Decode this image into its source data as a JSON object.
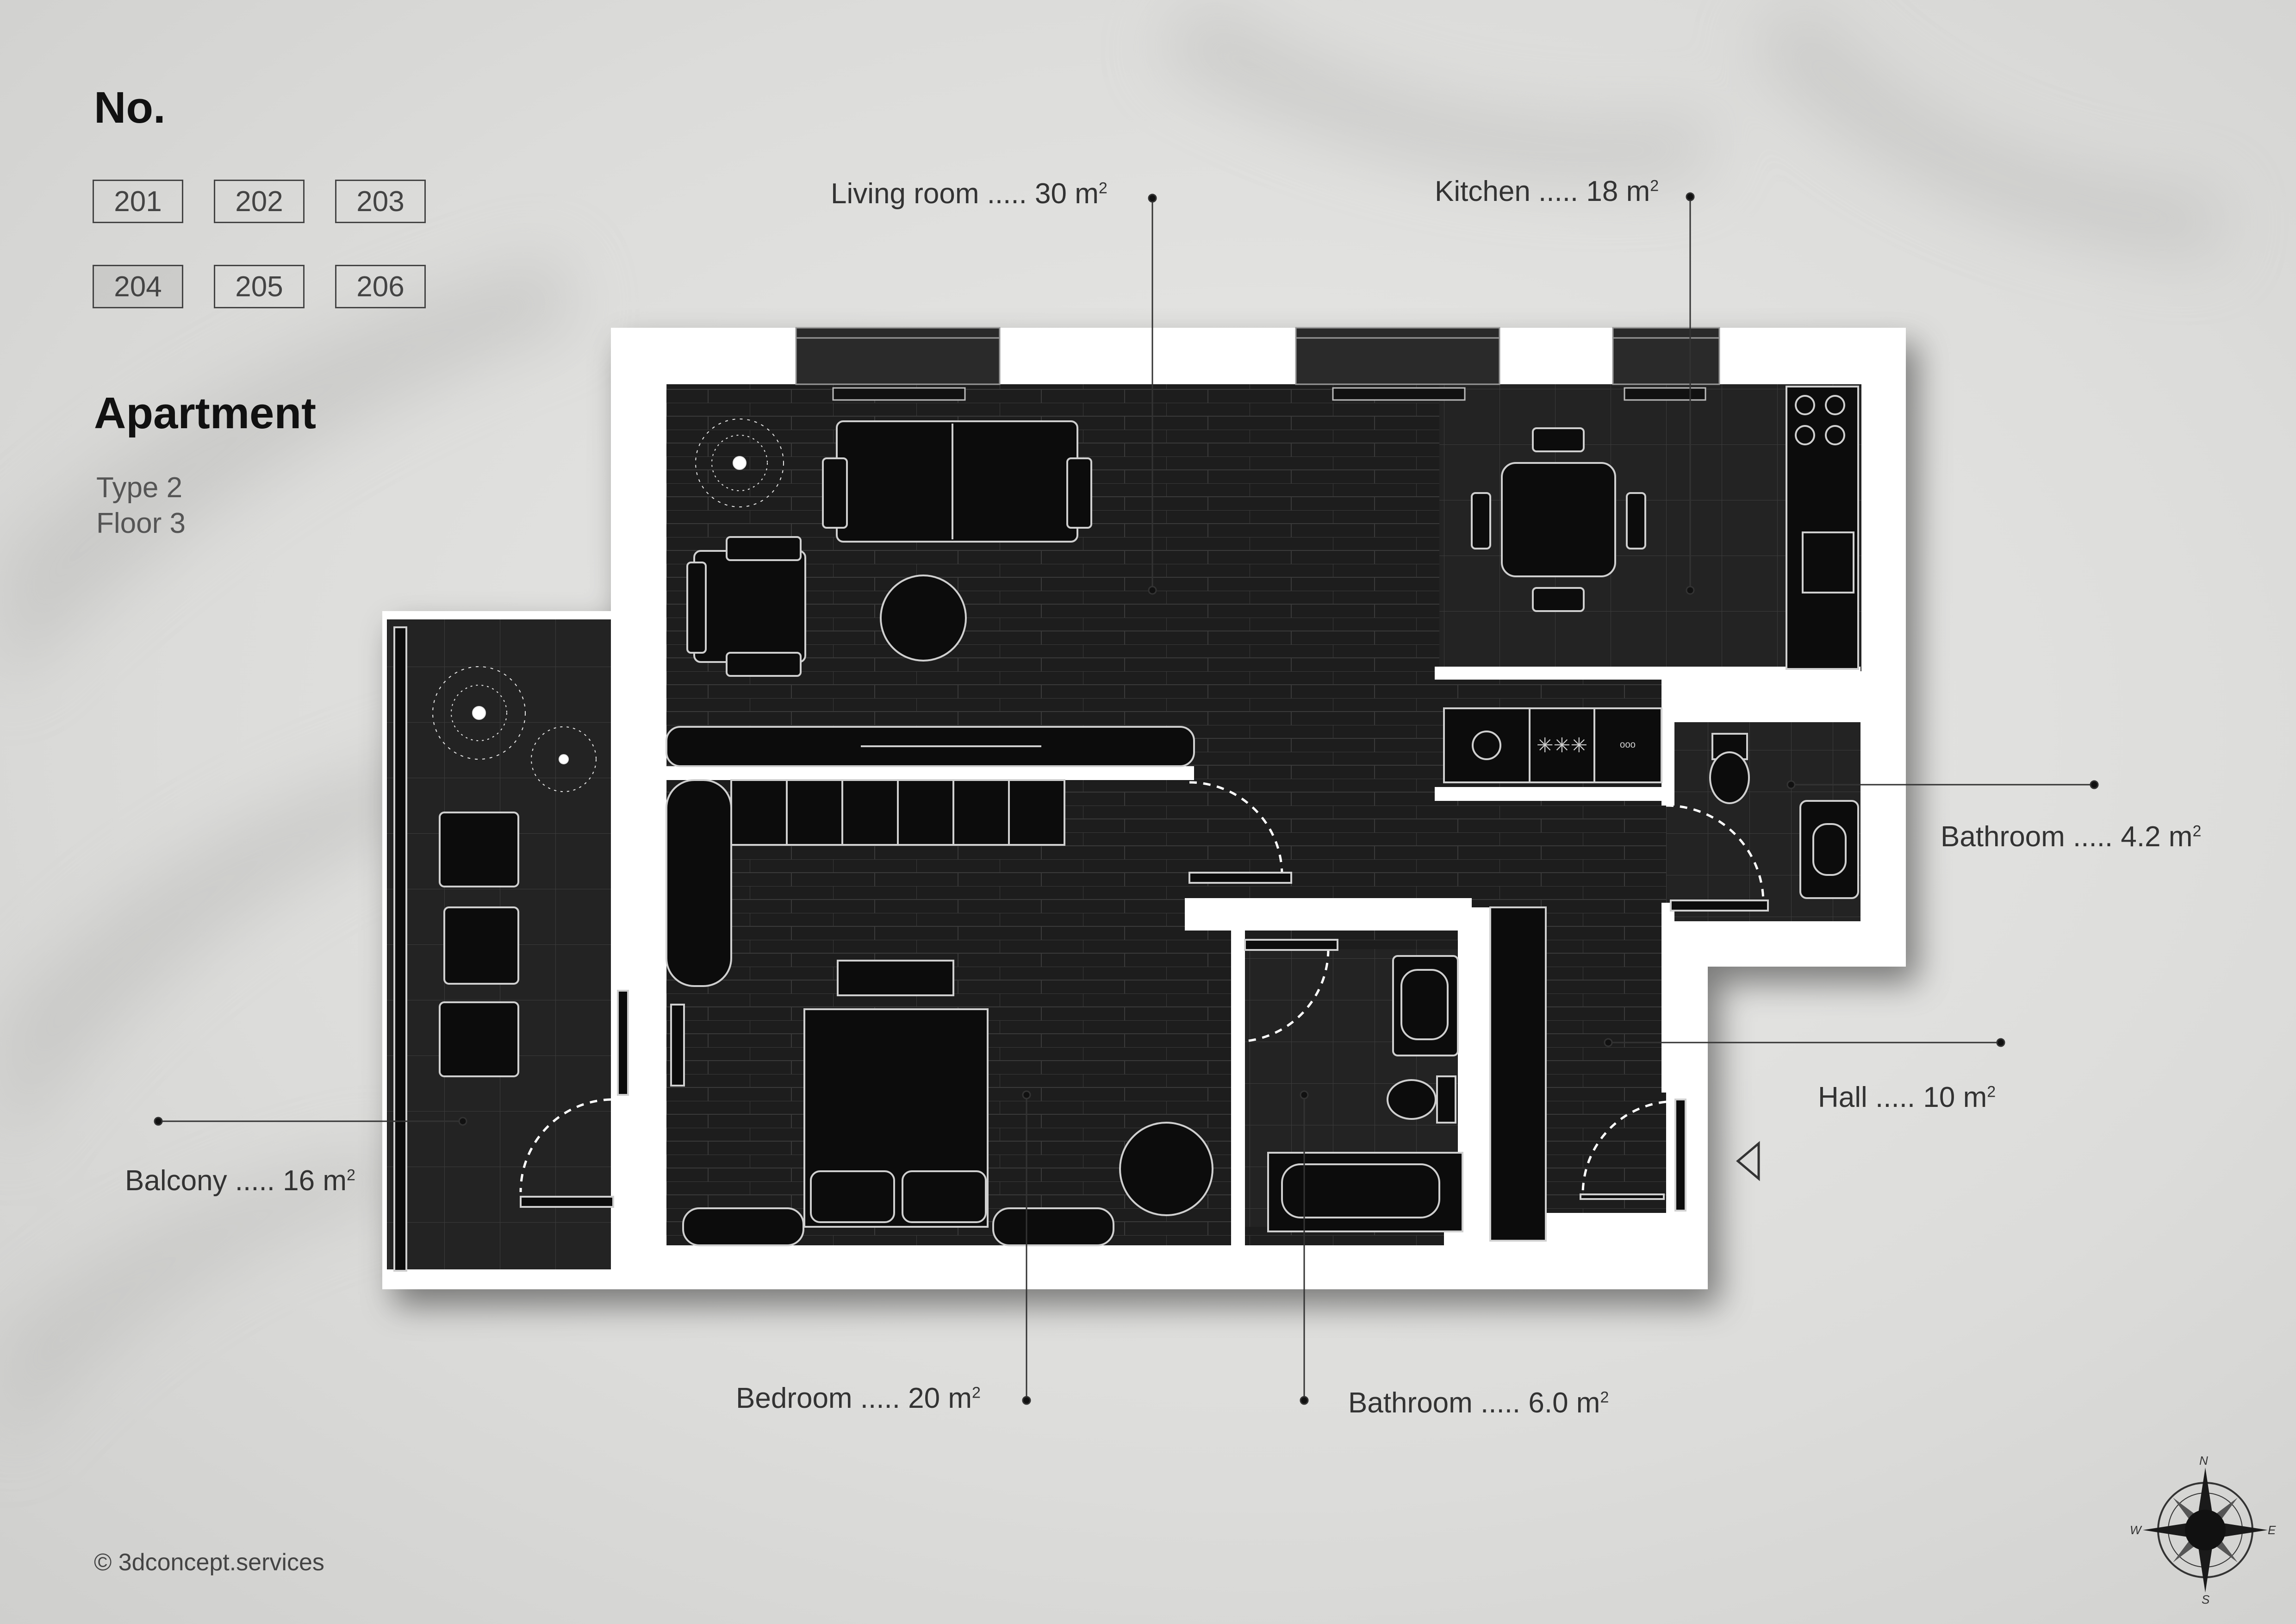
{
  "header": {
    "no_title": "No."
  },
  "units": [
    {
      "label": "201",
      "active": false
    },
    {
      "label": "202",
      "active": false
    },
    {
      "label": "203",
      "active": false
    },
    {
      "label": "204",
      "active": true
    },
    {
      "label": "205",
      "active": false
    },
    {
      "label": "206",
      "active": false
    }
  ],
  "apartment": {
    "title": "Apartment",
    "type": "Type 2",
    "floor": "Floor 3"
  },
  "rooms": {
    "living": "Living room ..... 30 m",
    "kitchen": "Kitchen ..... 18 m",
    "bath_small": "Bathroom ..... 4.2 m",
    "hall": "Hall ..... 10 m",
    "balcony": "Balcony ..... 16 m",
    "bedroom": "Bedroom ..... 20 m",
    "bath_large": "Bathroom ..... 6.0 m",
    "unit_sup": "2"
  },
  "compass": {
    "n": "N",
    "s": "S",
    "e": "E",
    "w": "W"
  },
  "footer": {
    "copyright": "© 3dconcept.services"
  },
  "colors": {
    "floor": "#1c1c1c",
    "wall": "#ffffff",
    "line": "#8a8a8a",
    "text": "#333333"
  }
}
